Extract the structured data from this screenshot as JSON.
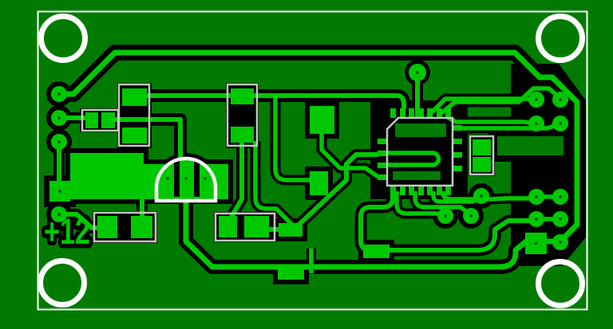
{
  "board": {
    "type": "pcb-copper-layout",
    "label": "+12",
    "colors": {
      "substrate": "#007B00",
      "copper": "#00C800",
      "clearance": "#000000",
      "hole": "#003800",
      "silkscreen_component": "#C6C6C6",
      "silkscreen_board": "#FFFFFF"
    },
    "counts": {
      "mounting_holes": 4,
      "round_pads": 17,
      "resistor_outlines": 4,
      "ic_packages": 1,
      "transistor_outlines": 1
    },
    "components": {
      "ic": "quad-flat IC with chamfered pin-1 corner",
      "transistor": "TO-92 dome outline with 3 pads",
      "resistors": "axial/SMD two-pad outlines",
      "power_label": "+12"
    }
  }
}
